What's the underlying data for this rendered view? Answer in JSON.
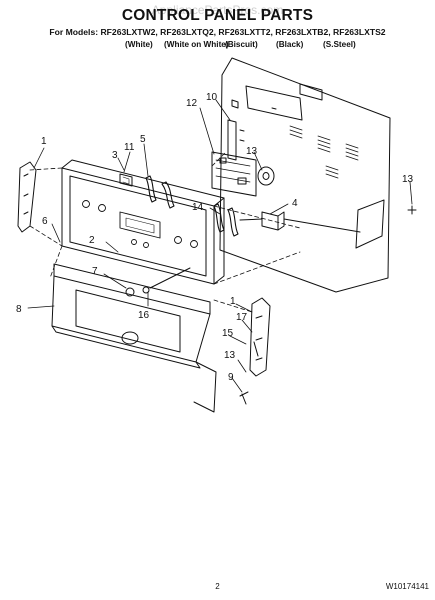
{
  "header": {
    "watermark": "AppliancePartsPros.com",
    "title": "CONTROL PANEL PARTS",
    "models_line": "For Models: RF263LXTW2, RF263LXTQ2, RF263LXTT2, RF263LXTB2, RF263LXTS2",
    "finishes": [
      "(White)",
      "(White on White)",
      "(Biscuit)",
      "(Black)",
      "(S.Steel)"
    ]
  },
  "callouts": {
    "c1a": "1",
    "c1b": "1",
    "c2": "2",
    "c3": "3",
    "c4": "4",
    "c5": "5",
    "c6": "6",
    "c7": "7",
    "c8": "8",
    "c9": "9",
    "c10": "10",
    "c11": "11",
    "c12": "12",
    "c13a": "13",
    "c13b": "13",
    "c13c": "13",
    "c14": "14",
    "c15": "15",
    "c16": "16",
    "c17": "17"
  },
  "footer": {
    "page_number": "2",
    "doc_number": "W10174141"
  }
}
